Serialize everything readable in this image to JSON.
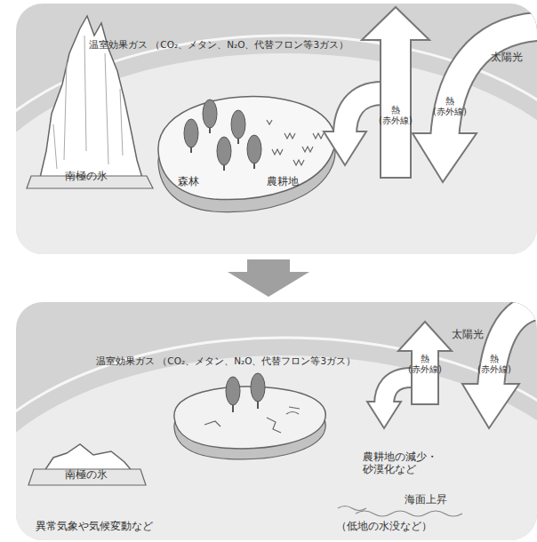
{
  "diagram": {
    "labels": [
      "温室効果ガス （CO₂、メタン、N₂O、代替フロン等3ガス）",
      "太陽光",
      "熱 (赤外線)",
      "熱 (赤外線)",
      "南極の氷",
      "森林",
      "農耕地",
      "熱 (赤外線)",
      "太陽光",
      "温室効果ガス （CO₂、メタン、N₂O、代替フロン等3ガス）",
      "熱 (赤外線)",
      "南極の氷",
      "農耕地の減少・ 砂漠化など",
      "海面上昇",
      "（低地の水没など）",
      "異常気象や気候変動など"
    ]
  }
}
